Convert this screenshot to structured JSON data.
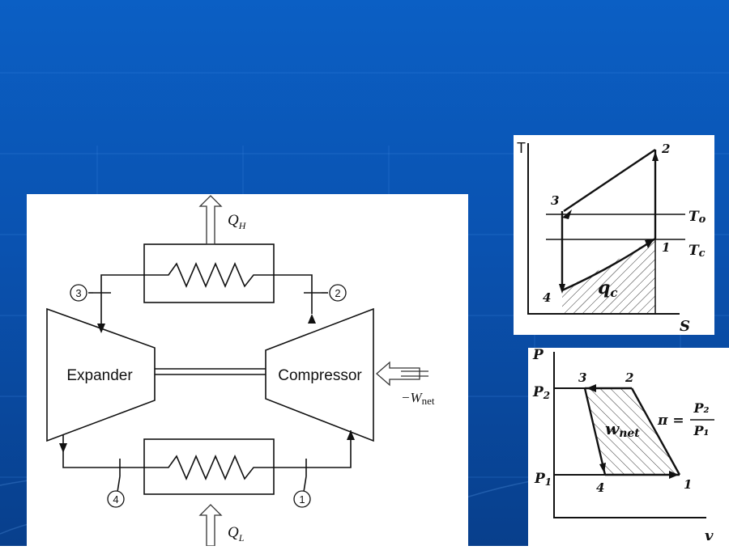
{
  "slide": {
    "background_color": "#0a55b8"
  },
  "cycle_diagram": {
    "expander_label": "Expander",
    "compressor_label": "Compressor",
    "heat_out_label": "Q",
    "heat_out_sub": "H",
    "heat_in_label": "Q",
    "heat_in_sub": "L",
    "work_label": "−W",
    "work_sub": "net",
    "state_labels": [
      "1",
      "2",
      "3",
      "4"
    ]
  },
  "ts_diagram": {
    "y_axis": "T",
    "x_axis": "S",
    "points": [
      "1",
      "2",
      "3",
      "4"
    ],
    "line_high": "T",
    "line_high_sub": "o",
    "line_low": "T",
    "line_low_sub": "c",
    "area_label": "q",
    "area_sub": "c"
  },
  "pv_diagram": {
    "y_axis": "P",
    "x_axis": "v",
    "p_high": "P",
    "p_high_sub": "2",
    "p_low": "P",
    "p_low_sub": "1",
    "points": [
      "1",
      "2",
      "3",
      "4"
    ],
    "area_label": "w",
    "area_sub": "net",
    "ratio_symbol": "π =",
    "ratio_num": "P₂",
    "ratio_den": "P₁"
  }
}
